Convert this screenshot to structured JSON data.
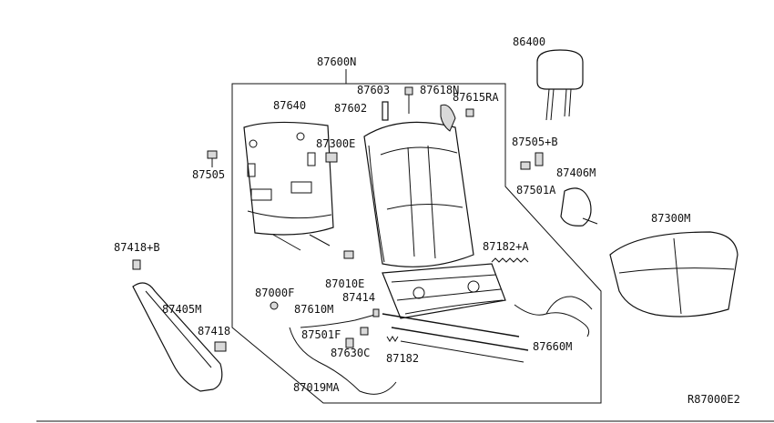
{
  "diagram": {
    "reference_code": "R87000E2",
    "parts": [
      {
        "id": "p-87600N",
        "label": "87600N"
      },
      {
        "id": "p-86400",
        "label": "86400"
      },
      {
        "id": "p-87640",
        "label": "87640"
      },
      {
        "id": "p-87603",
        "label": "87603"
      },
      {
        "id": "p-87618N",
        "label": "87618N"
      },
      {
        "id": "p-87615RA",
        "label": "87615RA"
      },
      {
        "id": "p-87602",
        "label": "87602"
      },
      {
        "id": "p-87300E",
        "label": "87300E"
      },
      {
        "id": "p-87505",
        "label": "87505"
      },
      {
        "id": "p-87505B",
        "label": "87505+B"
      },
      {
        "id": "p-87501A",
        "label": "87501A"
      },
      {
        "id": "p-87406M",
        "label": "87406M"
      },
      {
        "id": "p-87300M",
        "label": "87300M"
      },
      {
        "id": "p-87418B",
        "label": "87418+B"
      },
      {
        "id": "p-87182A",
        "label": "87182+A"
      },
      {
        "id": "p-87000F",
        "label": "87000F"
      },
      {
        "id": "p-87010E",
        "label": "87010E"
      },
      {
        "id": "p-87405M",
        "label": "87405M"
      },
      {
        "id": "p-87414",
        "label": "87414"
      },
      {
        "id": "p-87610M",
        "label": "87610M"
      },
      {
        "id": "p-87418",
        "label": "87418"
      },
      {
        "id": "p-87501F",
        "label": "87501F"
      },
      {
        "id": "p-87630C",
        "label": "87630C"
      },
      {
        "id": "p-87182",
        "label": "87182"
      },
      {
        "id": "p-87660M",
        "label": "87660M"
      },
      {
        "id": "p-87019MA",
        "label": "87019MA"
      }
    ]
  }
}
